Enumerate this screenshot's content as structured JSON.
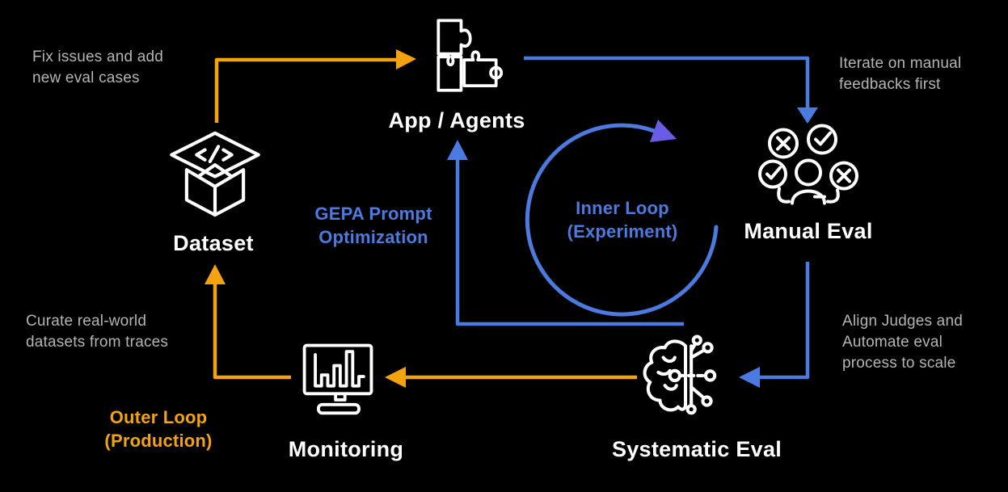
{
  "diagram": {
    "title_hint": "eval loop workflow diagram",
    "nodes": {
      "app": {
        "label": "App / Agents",
        "icon": "puzzle-icon"
      },
      "manual_eval": {
        "label": "Manual Eval",
        "icon": "people-review-icon"
      },
      "systematic_eval": {
        "label": "Systematic Eval",
        "icon": "ai-brain-icon"
      },
      "monitoring": {
        "label": "Monitoring",
        "icon": "monitor-chart-icon"
      },
      "dataset": {
        "label": "Dataset",
        "icon": "open-box-code-icon"
      }
    },
    "annotations": {
      "fix_issues": "Fix issues and add\nnew eval cases",
      "iterate": "Iterate on manual\nfeedbacks first",
      "align_judges": "Align Judges and\nAutomate eval\nprocess to scale",
      "curate": "Curate real-world\ndatasets from traces"
    },
    "loops": {
      "inner": {
        "label": "Inner Loop\n(Experiment)"
      },
      "outer": {
        "label": "Outer Loop\n(Production)"
      },
      "gepa": {
        "label": "GEPA Prompt\nOptimization"
      }
    },
    "colors": {
      "background": "#000000",
      "orange": "#F2A30D",
      "blue": "#4B7AE0",
      "purple": "#6B5CE8",
      "white": "#FFFFFF",
      "gray_text": "#B4B4B6"
    }
  }
}
